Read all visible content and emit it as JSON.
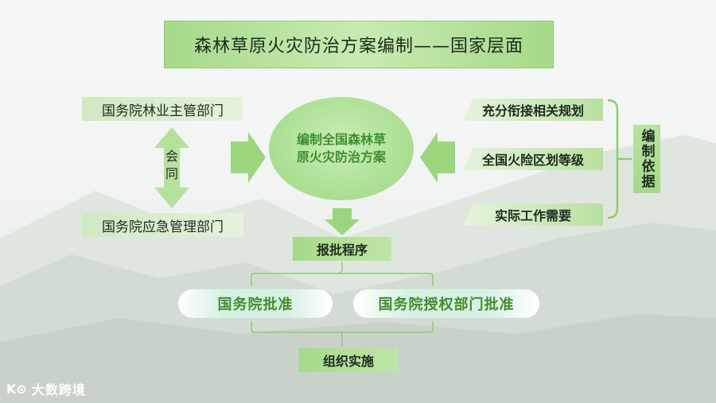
{
  "title": "森林草原火灾防治方案编制——国家层面",
  "left": {
    "top_dept": "国务院林业主管部门",
    "bottom_dept": "国务院应急管理部门",
    "connector": "会同"
  },
  "center": {
    "line1": "编制全国森林草",
    "line2": "原火灾防治方案"
  },
  "basis": {
    "items": [
      "充分衔接相关规划",
      "全国火险区划等级",
      "实际工作需要"
    ],
    "label": "编制依据"
  },
  "process": {
    "submit": "报批程序",
    "approve_left": "国务院批准",
    "approve_right": "国务院授权部门批准",
    "implement": "组织实施"
  },
  "watermark": {
    "mark": "K⊙",
    "text": "大数跨境"
  },
  "colors": {
    "accent_green": "#a6d98a",
    "text_green": "#3e8f2c",
    "arrow_green": "#9bd67c"
  }
}
